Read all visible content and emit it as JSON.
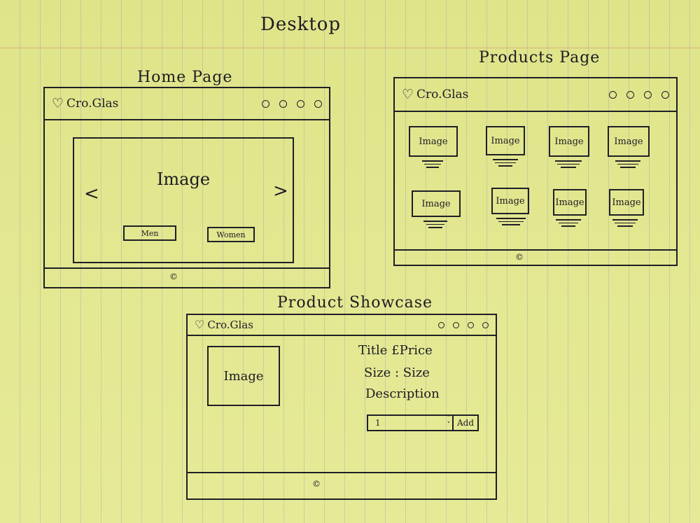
{
  "sheet": {
    "title": "Desktop"
  },
  "brand": {
    "logo_text": "Cro.Glas"
  },
  "home_page": {
    "title": "Home Page",
    "hero_image_label": "Image",
    "prev_arrow": "<",
    "next_arrow": ">",
    "men_button": "Men",
    "women_button": "Women"
  },
  "products_page": {
    "title": "Products Page",
    "image_label": "Image",
    "product_count": 8
  },
  "product_showcase": {
    "title": "Product Showcase",
    "image_label": "Image",
    "title_price": "Title £Price",
    "size": "Size : Size",
    "description": "Description",
    "quantity_value": "1",
    "add_button": "Add"
  },
  "icons": [
    "heart-icon",
    "nav-dot-icon",
    "stepper-icon",
    "copyright-icon"
  ]
}
